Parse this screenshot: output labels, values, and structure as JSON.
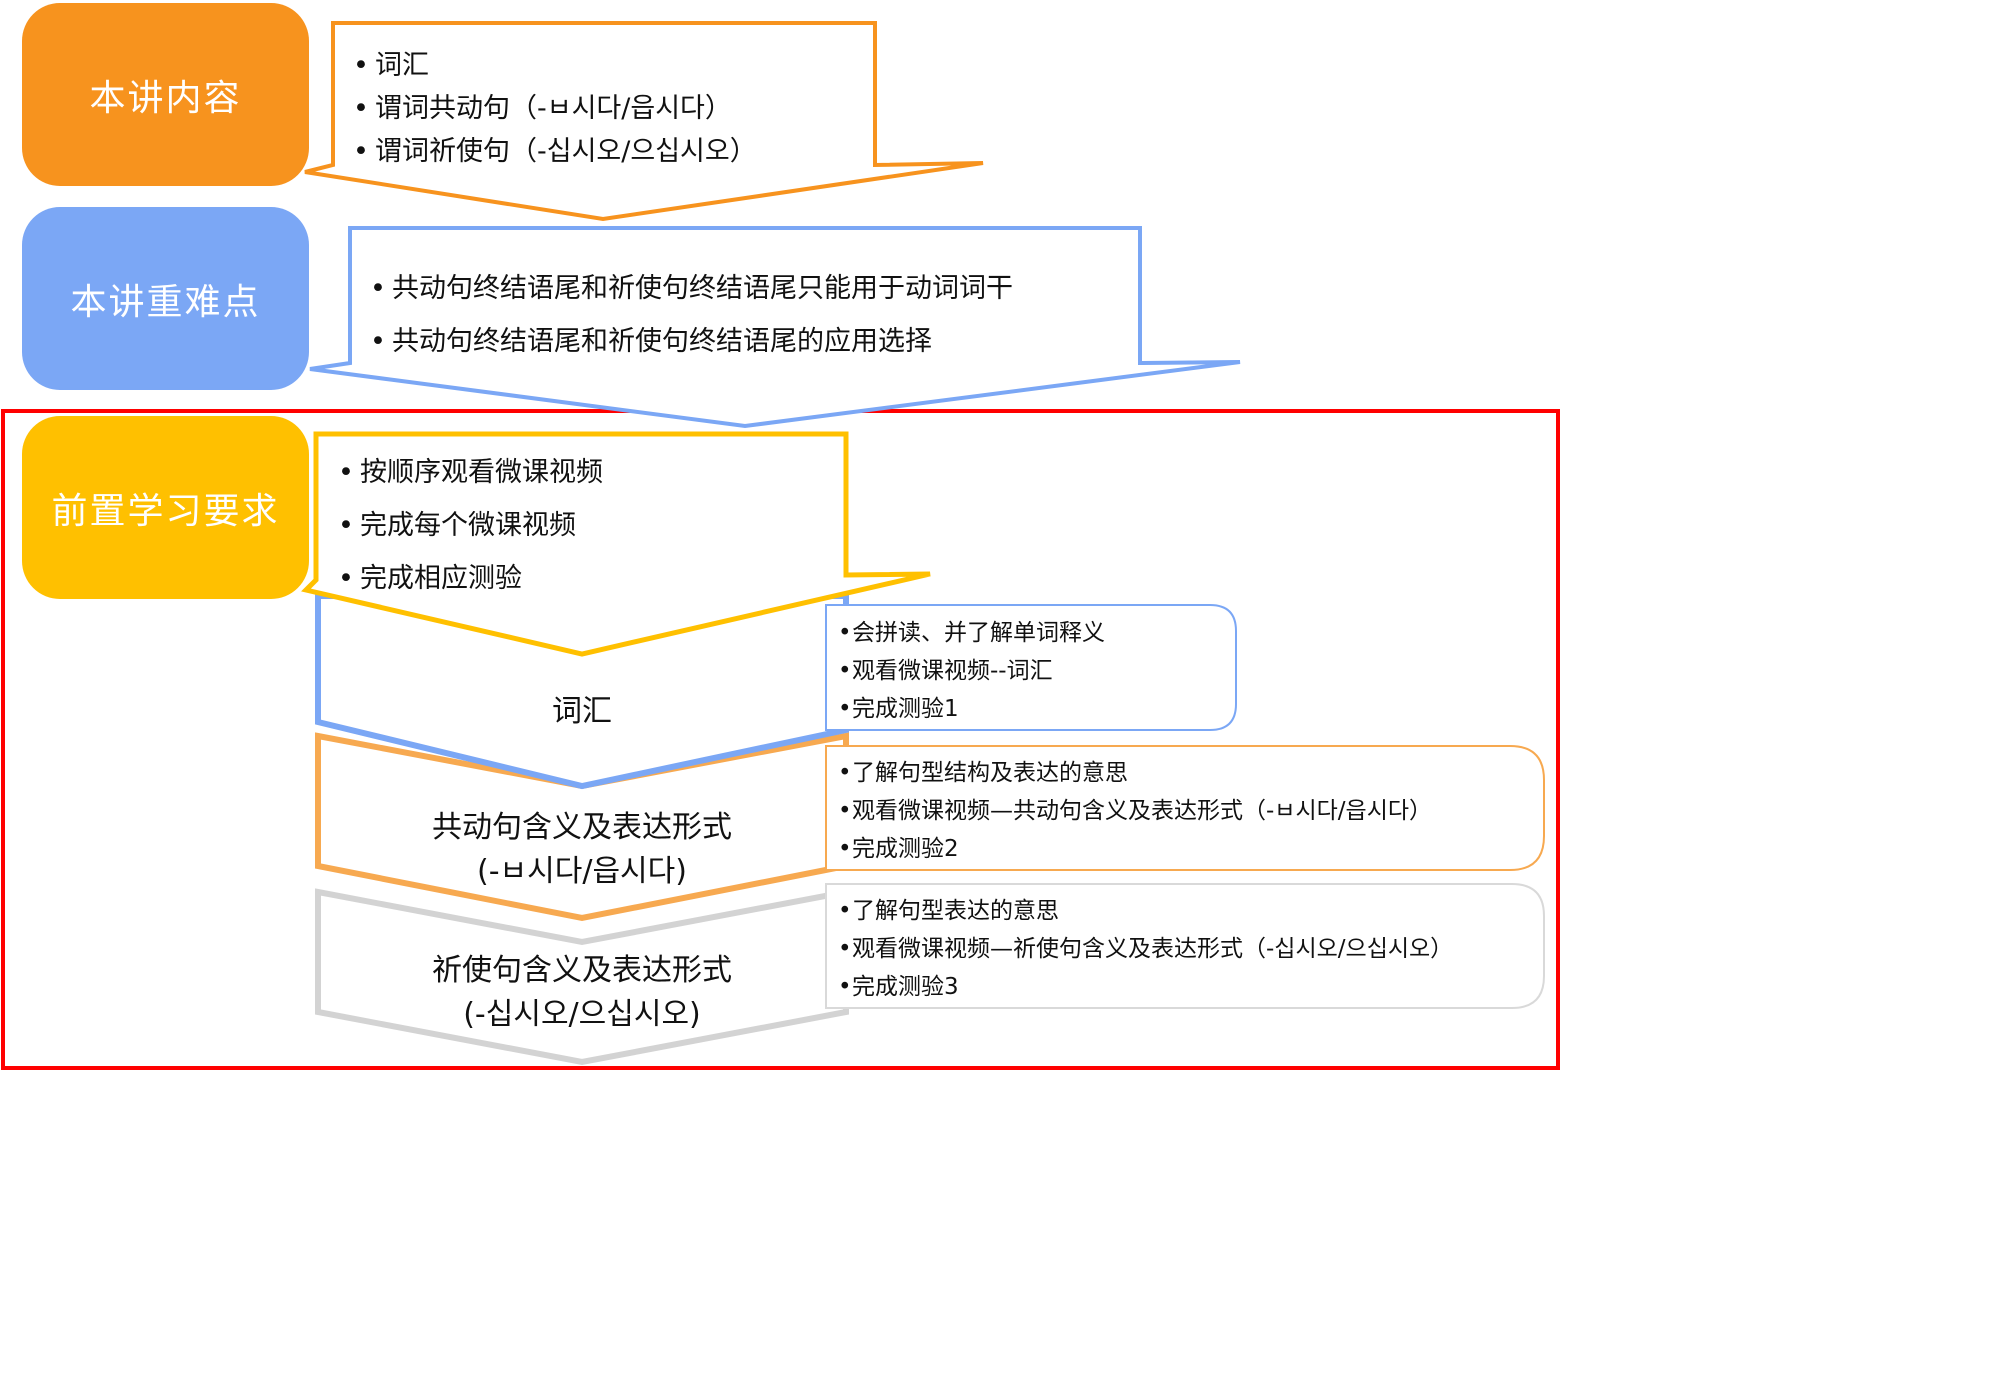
{
  "colors": {
    "orange": "#f7931e",
    "orange_light": "#f7a950",
    "blue": "#7ba7f5",
    "yellow": "#ffc000",
    "gray": "#d3d3d3",
    "red": "#ff0000"
  },
  "sections": [
    {
      "label": "本讲内容",
      "items": [
        "词汇",
        "谓词共动句（-ㅂ시다/읍시다）",
        "谓词祈使句（-십시오/으십시오）"
      ]
    },
    {
      "label": "本讲重难点",
      "items": [
        "共动句终结语尾和祈使句终结语尾只能用于动词词干",
        "共动句终结语尾和祈使句终结语尾的应用选择"
      ]
    },
    {
      "label": "前置学习要求",
      "items": [
        "按顺序观看微课视频",
        "完成每个微课视频",
        "完成相应测验"
      ]
    }
  ],
  "steps": [
    {
      "title_lines": [
        "词汇"
      ],
      "details": [
        "会拼读、并了解单词释义",
        "观看微课视频--词汇",
        "完成测验1"
      ]
    },
    {
      "title_lines": [
        "共动句含义及表达形式",
        "(-ㅂ시다/읍시다)"
      ],
      "details": [
        "了解句型结构及表达的意思",
        "观看微课视频—共动句含义及表达形式（-ㅂ시다/읍시다）",
        "完成测验2"
      ]
    },
    {
      "title_lines": [
        "祈使句含义及表达形式",
        "(-십시오/으십시오)"
      ],
      "details": [
        "了解句型表达的意思",
        "观看微课视频—祈使句含义及表达形式（-십시오/으십시오）",
        "完成测验3"
      ]
    }
  ]
}
